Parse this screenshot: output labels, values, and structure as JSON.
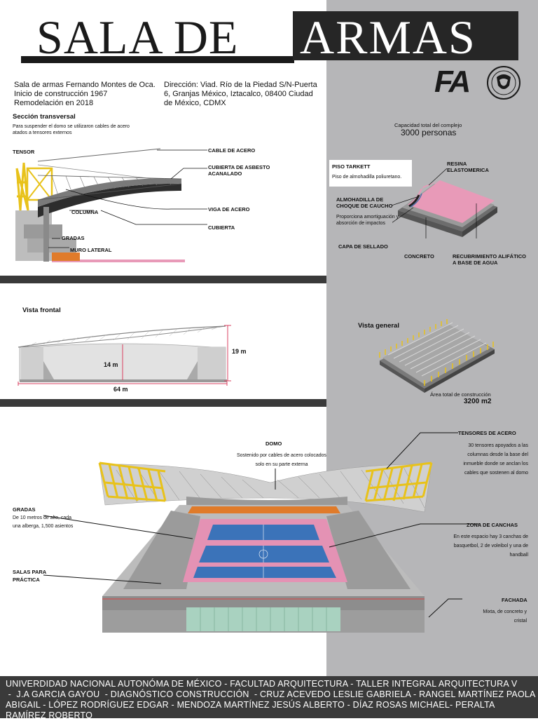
{
  "title": {
    "left": "SALA DE",
    "right": "ARMAS"
  },
  "logos": {
    "fa": "FA"
  },
  "info": {
    "line1": "Sala de armas Fernando Montes de Oca.",
    "line2": "Inicio de construcción 1967",
    "line3": "Remodelación en 2018",
    "address": "Dirección: Viad. Río de la Piedad S/N-Puerta 6, Granjas México, Iztacalco, 08400 Ciudad de México, CDMX"
  },
  "seccion": {
    "title": "Sección transversal",
    "desc": "Para suspender el domo se utilizaron cables de acero atados a tensores externos",
    "labels": {
      "tensor": "TENSOR",
      "cable": "CABLE DE ACERO",
      "cubierta_asbesto": "CUBIERTA DE ASBESTO ACANALADO",
      "columna": "COLUMNA",
      "viga": "VIGA DE ACERO",
      "gradas": "GRADAS",
      "cubierta": "CUBIERTA",
      "muro": "MURO LATERAL"
    }
  },
  "capacidad": {
    "label": "Capacidad total del complejo",
    "value": "3000 personas"
  },
  "piso": {
    "title": "PISO TARKETT",
    "desc": "Piso de almohadilla poliuretano.",
    "resina": "RESINA ELASTOMERICA",
    "almohadilla": "ALMOHADILLA DE CHOQUE DE CAUCHO",
    "almohadilla_desc": "Proporciona amortiguación y absorción de impactos",
    "capa": "CAPA DE SELLADO",
    "concreto": "CONCRETO",
    "recubrimiento": "RECUBRIMIENTO ALIFÁTICO A BASE DE AGUA"
  },
  "frontal": {
    "title": "Vista frontal",
    "h1": "14 m",
    "h2": "19 m",
    "w": "64 m"
  },
  "general": {
    "title": "Vista general",
    "area_label": "Área total de construcción",
    "area_value": "3200 m2"
  },
  "domo": {
    "title": "DOMO",
    "desc": "Sostenido por cables de acero colocados solo en su parte externa"
  },
  "tensores": {
    "title": "TENSORES DE ACERO",
    "desc": "30 tensores apoyados a las columnas desde la base del inmueble donde se anclan los cables que sostenen al domo"
  },
  "gradas": {
    "title": "GRADAS",
    "desc": "De 10 metros de alto, cada una alberga, 1,500 asientos"
  },
  "canchas": {
    "title": "ZONA DE CANCHAS",
    "desc": "En este espacio hay 3 canchas de basquetbol, 2 de voleibol y una de handball"
  },
  "salas": {
    "title": "SALAS PARA PRÁCTICA"
  },
  "fachada": {
    "title": "FACHADA",
    "desc": "Mixta, de concreto y cristal"
  },
  "footer": {
    "line1": "UNIVERDIDAD  NACIONAL AUTONÓMA DE MÉXICO - FACULTAD  ARQUITECTURA -  TALLER  INTEGRAL ARQUITECTURA V",
    "line2": " -  J.A GARCIA GAYOU  - DIAGNÓSTICO CONSTRUCCIÓN  - CRUZ ACEVEDO LESLIE GABRIELA - RANGEL MARTÍNEZ PAOLA",
    "line3": "ABIGAIL -  LÓPEZ RODRÍGUEZ EDGAR - MENDOZA MARTÍNEZ JESÚS ALBERTO - DÍAZ ROSAS MICHAEL- PERALTA RAMÍREZ ROBERTO"
  }
}
